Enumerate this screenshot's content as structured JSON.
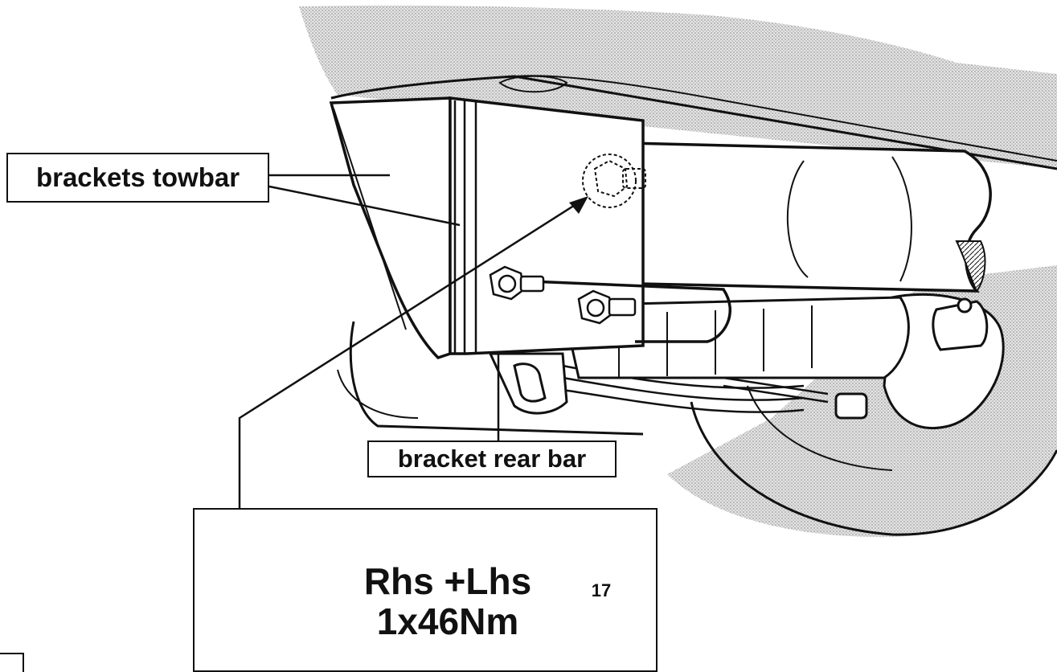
{
  "labels": {
    "brackets_towbar": "brackets towbar",
    "bracket_rear_bar": "bracket rear bar"
  },
  "torque_spec": {
    "line1": "Rhs +Lhs",
    "line2": "1x46Nm",
    "socket_size": "17"
  },
  "icons": [
    "torque-wrench-icon",
    "socket-17-icon"
  ],
  "colors": {
    "ink": "#111111",
    "shade": "#cfcfcf",
    "paper": "#ffffff"
  }
}
